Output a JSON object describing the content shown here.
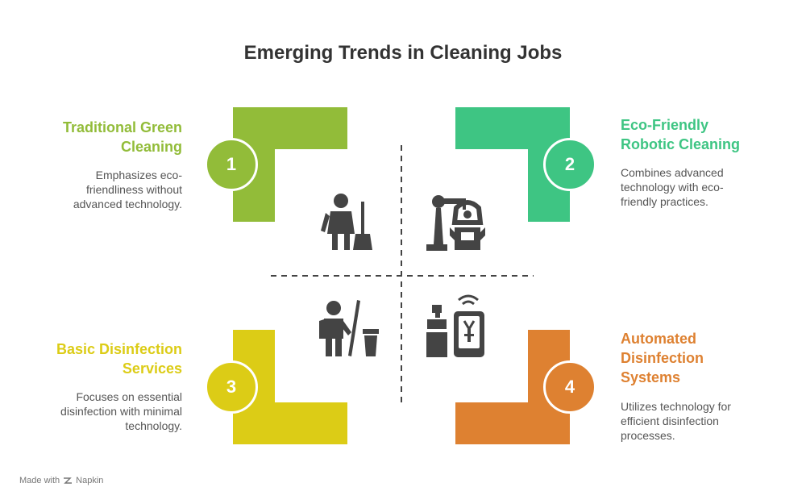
{
  "title": "Emerging Trends in Cleaning Jobs",
  "colors": {
    "q1": "#92bc39",
    "q2": "#3ec583",
    "q3": "#dccc16",
    "q4": "#de8131",
    "icon": "#444444"
  },
  "quadrants": [
    {
      "number": "1",
      "heading_lines": [
        "Traditional Green",
        "Cleaning"
      ],
      "desc_lines": [
        "Emphasizes eco-",
        "friendliness without",
        "advanced technology."
      ],
      "icon": "maid-with-broom-icon"
    },
    {
      "number": "2",
      "heading_lines": [
        "Eco-Friendly",
        "Robotic Cleaning"
      ],
      "desc_lines": [
        "Combines advanced",
        "technology with eco-",
        "friendly practices."
      ],
      "icon": "robot-arm-icon"
    },
    {
      "number": "3",
      "heading_lines": [
        "Basic Disinfection",
        "Services"
      ],
      "desc_lines": [
        "Focuses on essential",
        "disinfection with minimal",
        "technology."
      ],
      "icon": "janitor-with-mop-icon"
    },
    {
      "number": "4",
      "heading_lines": [
        "Automated",
        "Disinfection",
        "Systems"
      ],
      "desc_lines": [
        "Utilizes technology for",
        "efficient disinfection",
        "processes."
      ],
      "icon": "smart-dispenser-icon"
    }
  ],
  "footer": {
    "made_with": "Made with",
    "brand": "Napkin"
  }
}
